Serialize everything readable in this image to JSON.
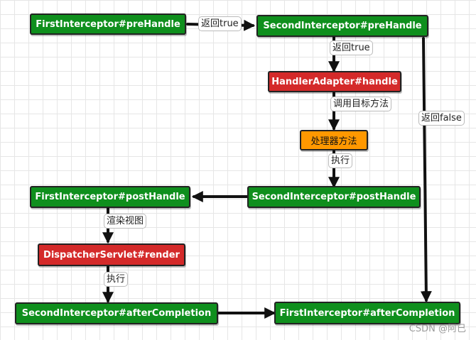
{
  "nodes": {
    "first_prehandle": "FirstInterceptor#preHandle",
    "second_prehandle": "SecondInterceptor#preHandle",
    "handler_adapter": "HandlerAdapter#handle",
    "handler_method": "处理器方法",
    "second_posthandle": "SecondInterceptor#postHandle",
    "first_posthandle": "FirstInterceptor#postHandle",
    "dispatcher_render": "DispatcherServlet#render",
    "second_after": "SecondInterceptor#afterCompletion",
    "first_after": "FirstInterceptor#afterCompletion"
  },
  "labels": {
    "return_true_1": "返回true",
    "return_true_2": "返回true",
    "call_target": "调用目标方法",
    "execute_1": "执行",
    "render_view": "渲染视图",
    "execute_2": "执行",
    "return_false": "返回false"
  },
  "watermark": "CSDN @阿已",
  "colors": {
    "node_green": "#0f8f1d",
    "node_red": "#d42a2a",
    "node_orange": "#ff9800",
    "arrow": "#111111"
  }
}
